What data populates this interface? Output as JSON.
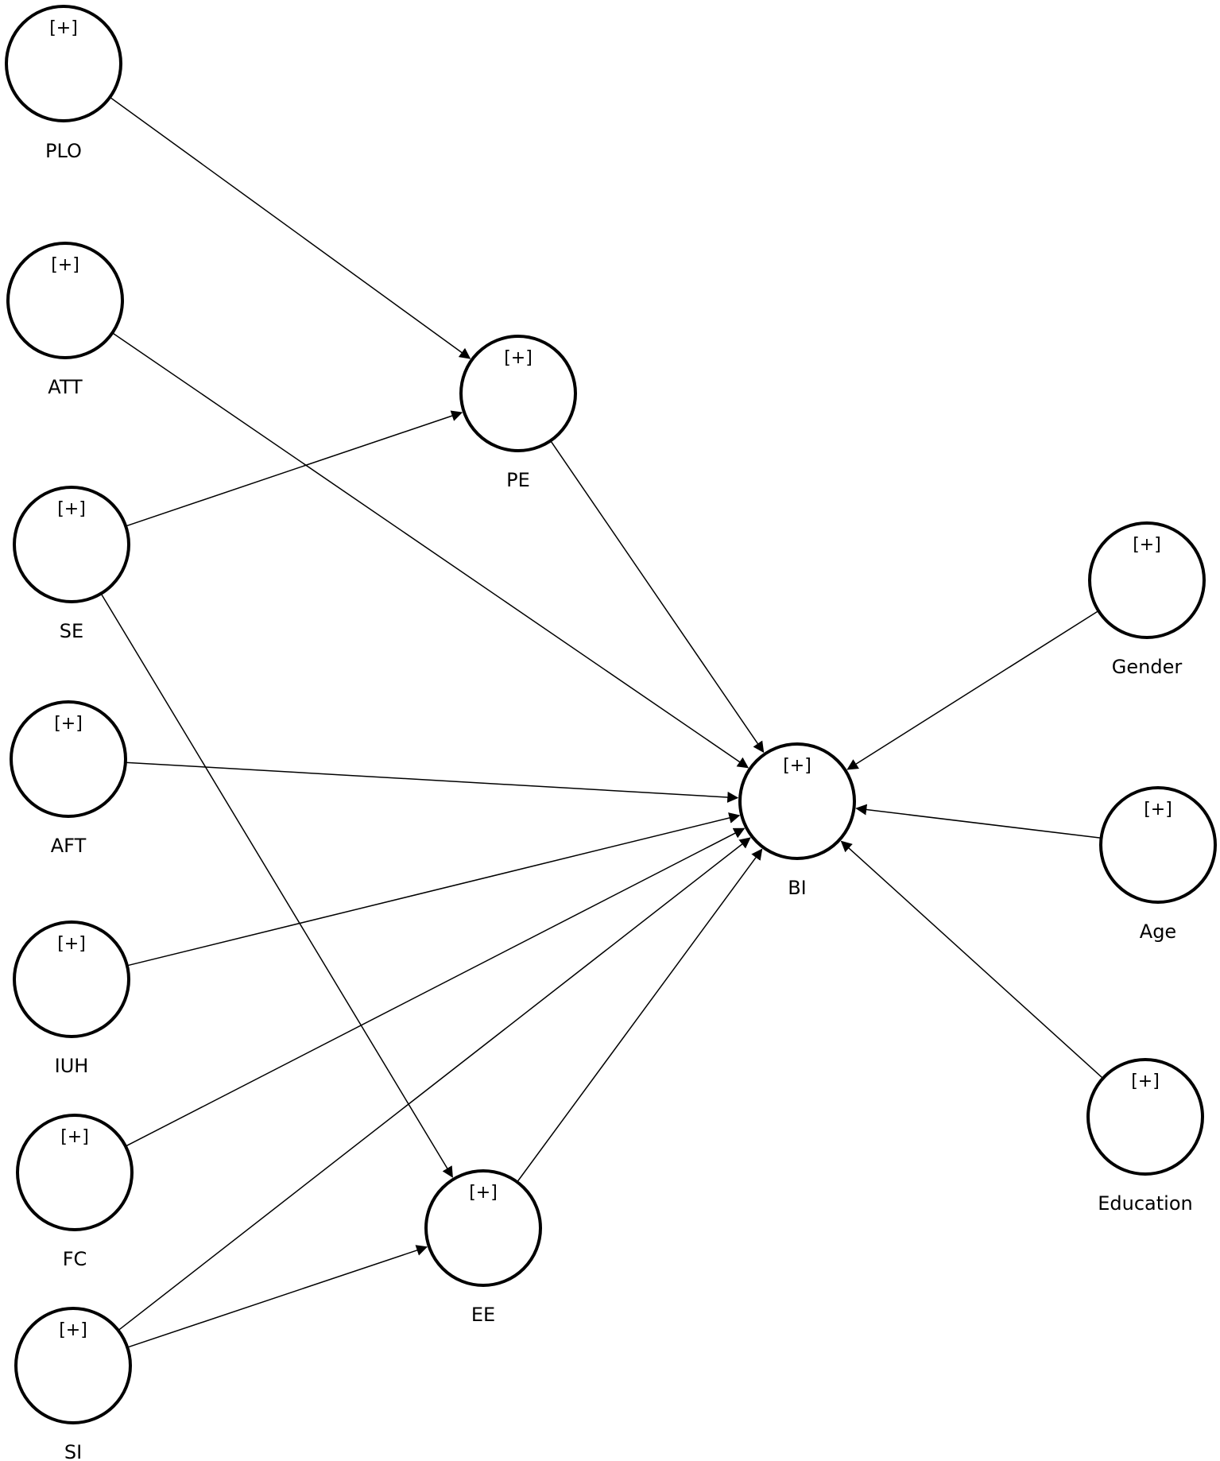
{
  "toggle_text": "[+]",
  "colors": {
    "stroke": "#000000",
    "background": "#ffffff"
  },
  "nodes": {
    "PLO": {
      "label": "PLO"
    },
    "ATT": {
      "label": "ATT"
    },
    "SE": {
      "label": "SE"
    },
    "AFT": {
      "label": "AFT"
    },
    "IUH": {
      "label": "IUH"
    },
    "FC": {
      "label": "FC"
    },
    "SI": {
      "label": "SI"
    },
    "PE": {
      "label": "PE"
    },
    "EE": {
      "label": "EE"
    },
    "BI": {
      "label": "BI"
    },
    "Gender": {
      "label": "Gender"
    },
    "Age": {
      "label": "Age"
    },
    "Education": {
      "label": "Education"
    }
  },
  "edges": [
    {
      "from": "PLO",
      "to": "PE"
    },
    {
      "from": "SE",
      "to": "PE"
    },
    {
      "from": "SE",
      "to": "EE"
    },
    {
      "from": "SI",
      "to": "EE"
    },
    {
      "from": "ATT",
      "to": "BI"
    },
    {
      "from": "PE",
      "to": "BI"
    },
    {
      "from": "AFT",
      "to": "BI"
    },
    {
      "from": "IUH",
      "to": "BI"
    },
    {
      "from": "FC",
      "to": "BI"
    },
    {
      "from": "SI",
      "to": "BI"
    },
    {
      "from": "EE",
      "to": "BI"
    },
    {
      "from": "Gender",
      "to": "BI"
    },
    {
      "from": "Age",
      "to": "BI"
    },
    {
      "from": "Education",
      "to": "BI"
    }
  ]
}
